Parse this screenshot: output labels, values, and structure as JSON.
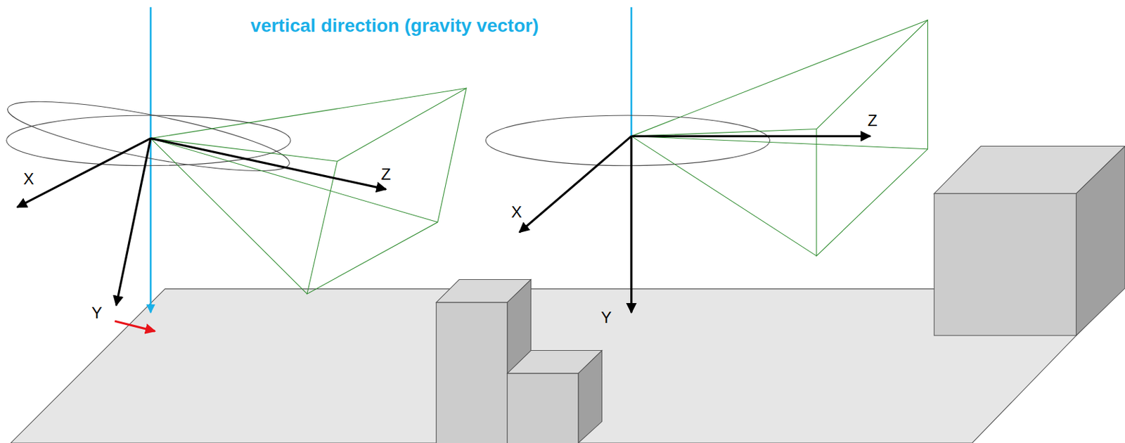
{
  "diagram": {
    "labels": [
      "vertical direction (gravity vector)",
      "X",
      "Y",
      "Z",
      "X",
      "Y",
      "Z"
    ]
  }
}
